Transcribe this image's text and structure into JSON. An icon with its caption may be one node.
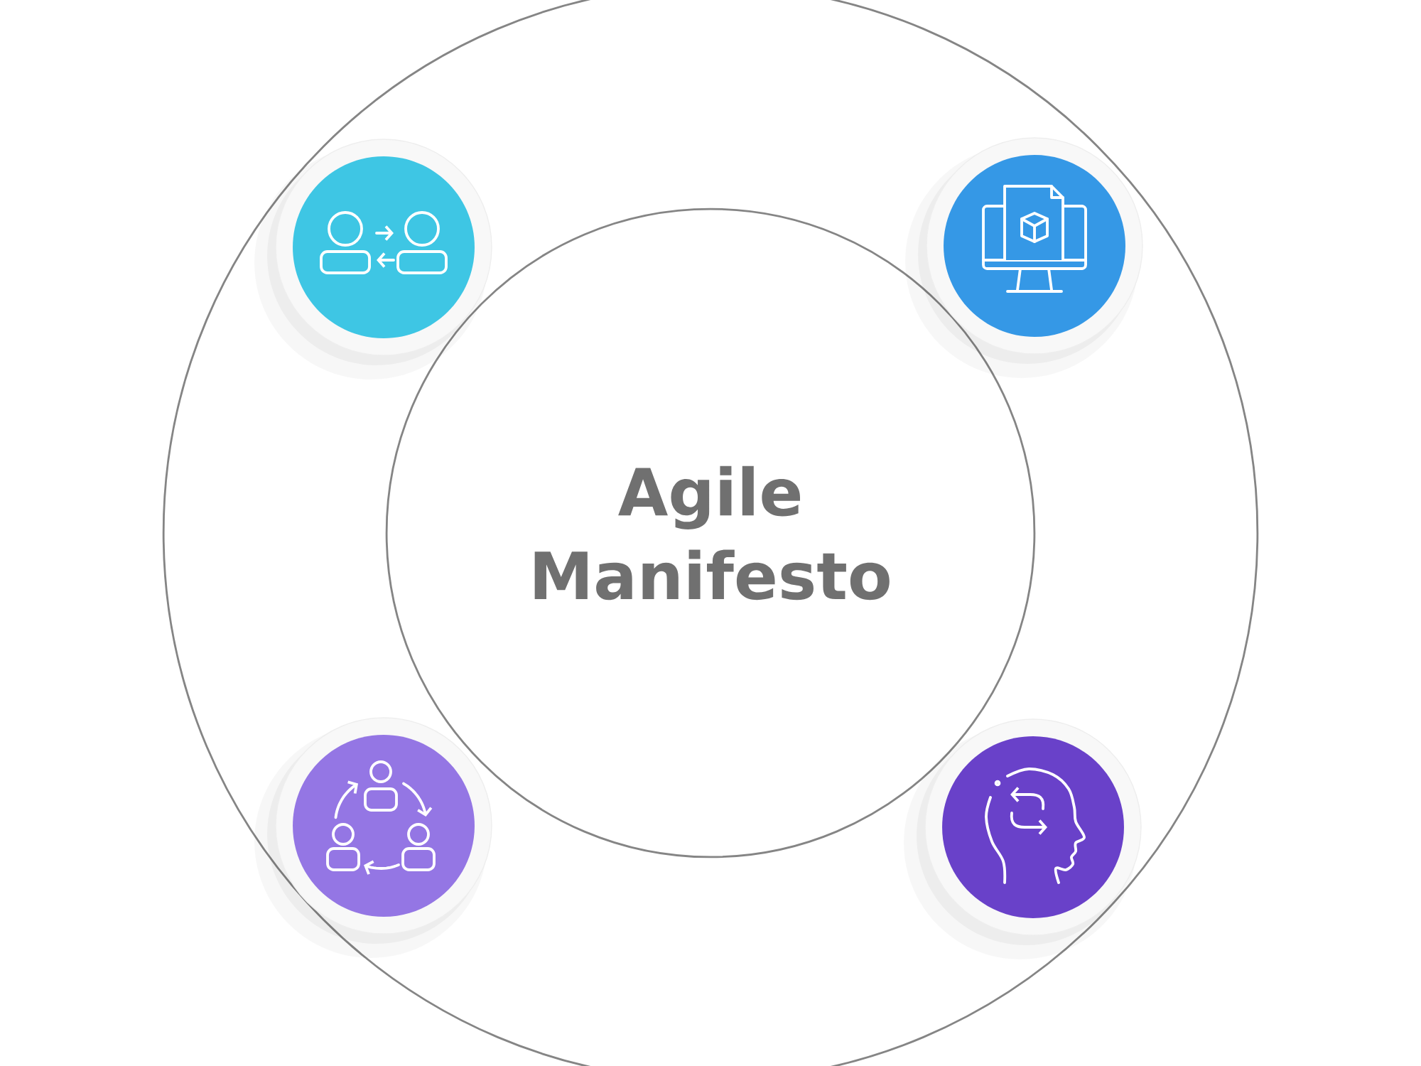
{
  "diagram": {
    "nodes": [
      {
        "text": [],
        "shape": "circle"
      },
      {
        "text": [
          "Agile Manifesto"
        ],
        "in": 0
      },
      {
        "text": [],
        "shape": "circle",
        "in": 0
      },
      {
        "text": [],
        "shape": "circle",
        "in": 0
      },
      {
        "text": [],
        "shape": "circle",
        "in": 0
      },
      {
        "text": [],
        "shape": "circle",
        "in": 0
      }
    ]
  }
}
